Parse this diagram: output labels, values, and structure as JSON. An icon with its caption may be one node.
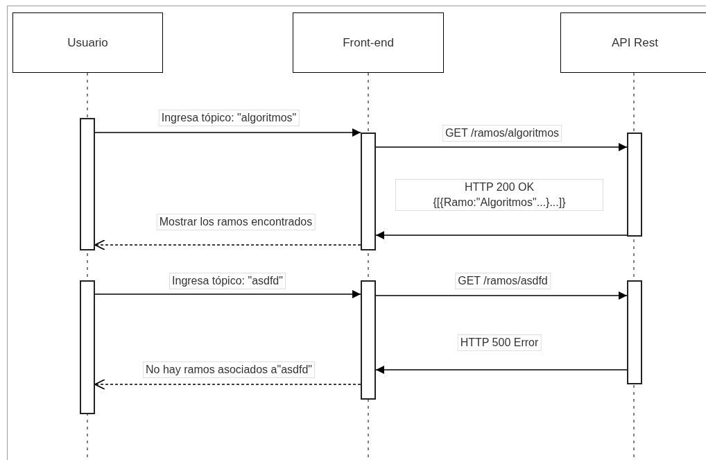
{
  "diagram": {
    "nodes": [
      {
        "text": [
          "Usuario"
        ]
      },
      {
        "text": [
          "Front-end"
        ]
      },
      {
        "text": [
          "API Rest"
        ]
      },
      {
        "text": [],
        "shape": "bar"
      },
      {
        "text": [],
        "shape": "bar"
      },
      {
        "text": [],
        "shape": "bar"
      },
      {
        "text": [],
        "shape": "bar"
      },
      {
        "text": [],
        "shape": "bar"
      },
      {
        "text": [],
        "shape": "bar"
      }
    ],
    "edges": [
      {
        "from": 3,
        "to": 4,
        "arrow": "to",
        "label": "Ingresa tópico: \"algoritmos\""
      },
      {
        "from": 4,
        "to": 5,
        "arrow": "to",
        "label": "GET /ramos/algoritmos"
      },
      {
        "from": 5,
        "to": 4,
        "arrow": "to",
        "label": "HTTP 200 OK {[{Ramo:\"Algoritmos\"...}...]}"
      },
      {
        "from": 4,
        "to": 3,
        "arrow": "to",
        "style": "dashed",
        "label": "Mostrar los ramos encontrados"
      },
      {
        "from": 6,
        "to": 7,
        "arrow": "to",
        "label": "Ingresa tópico: \"asdfd\""
      },
      {
        "from": 7,
        "to": 8,
        "arrow": "to",
        "label": "GET /ramos/asdfd"
      },
      {
        "from": 8,
        "to": 7,
        "arrow": "to",
        "label": "HTTP 500 Error"
      },
      {
        "from": 7,
        "to": 6,
        "arrow": "to",
        "style": "dashed",
        "label": "No hay ramos asociados a\"asdfd\""
      }
    ]
  }
}
